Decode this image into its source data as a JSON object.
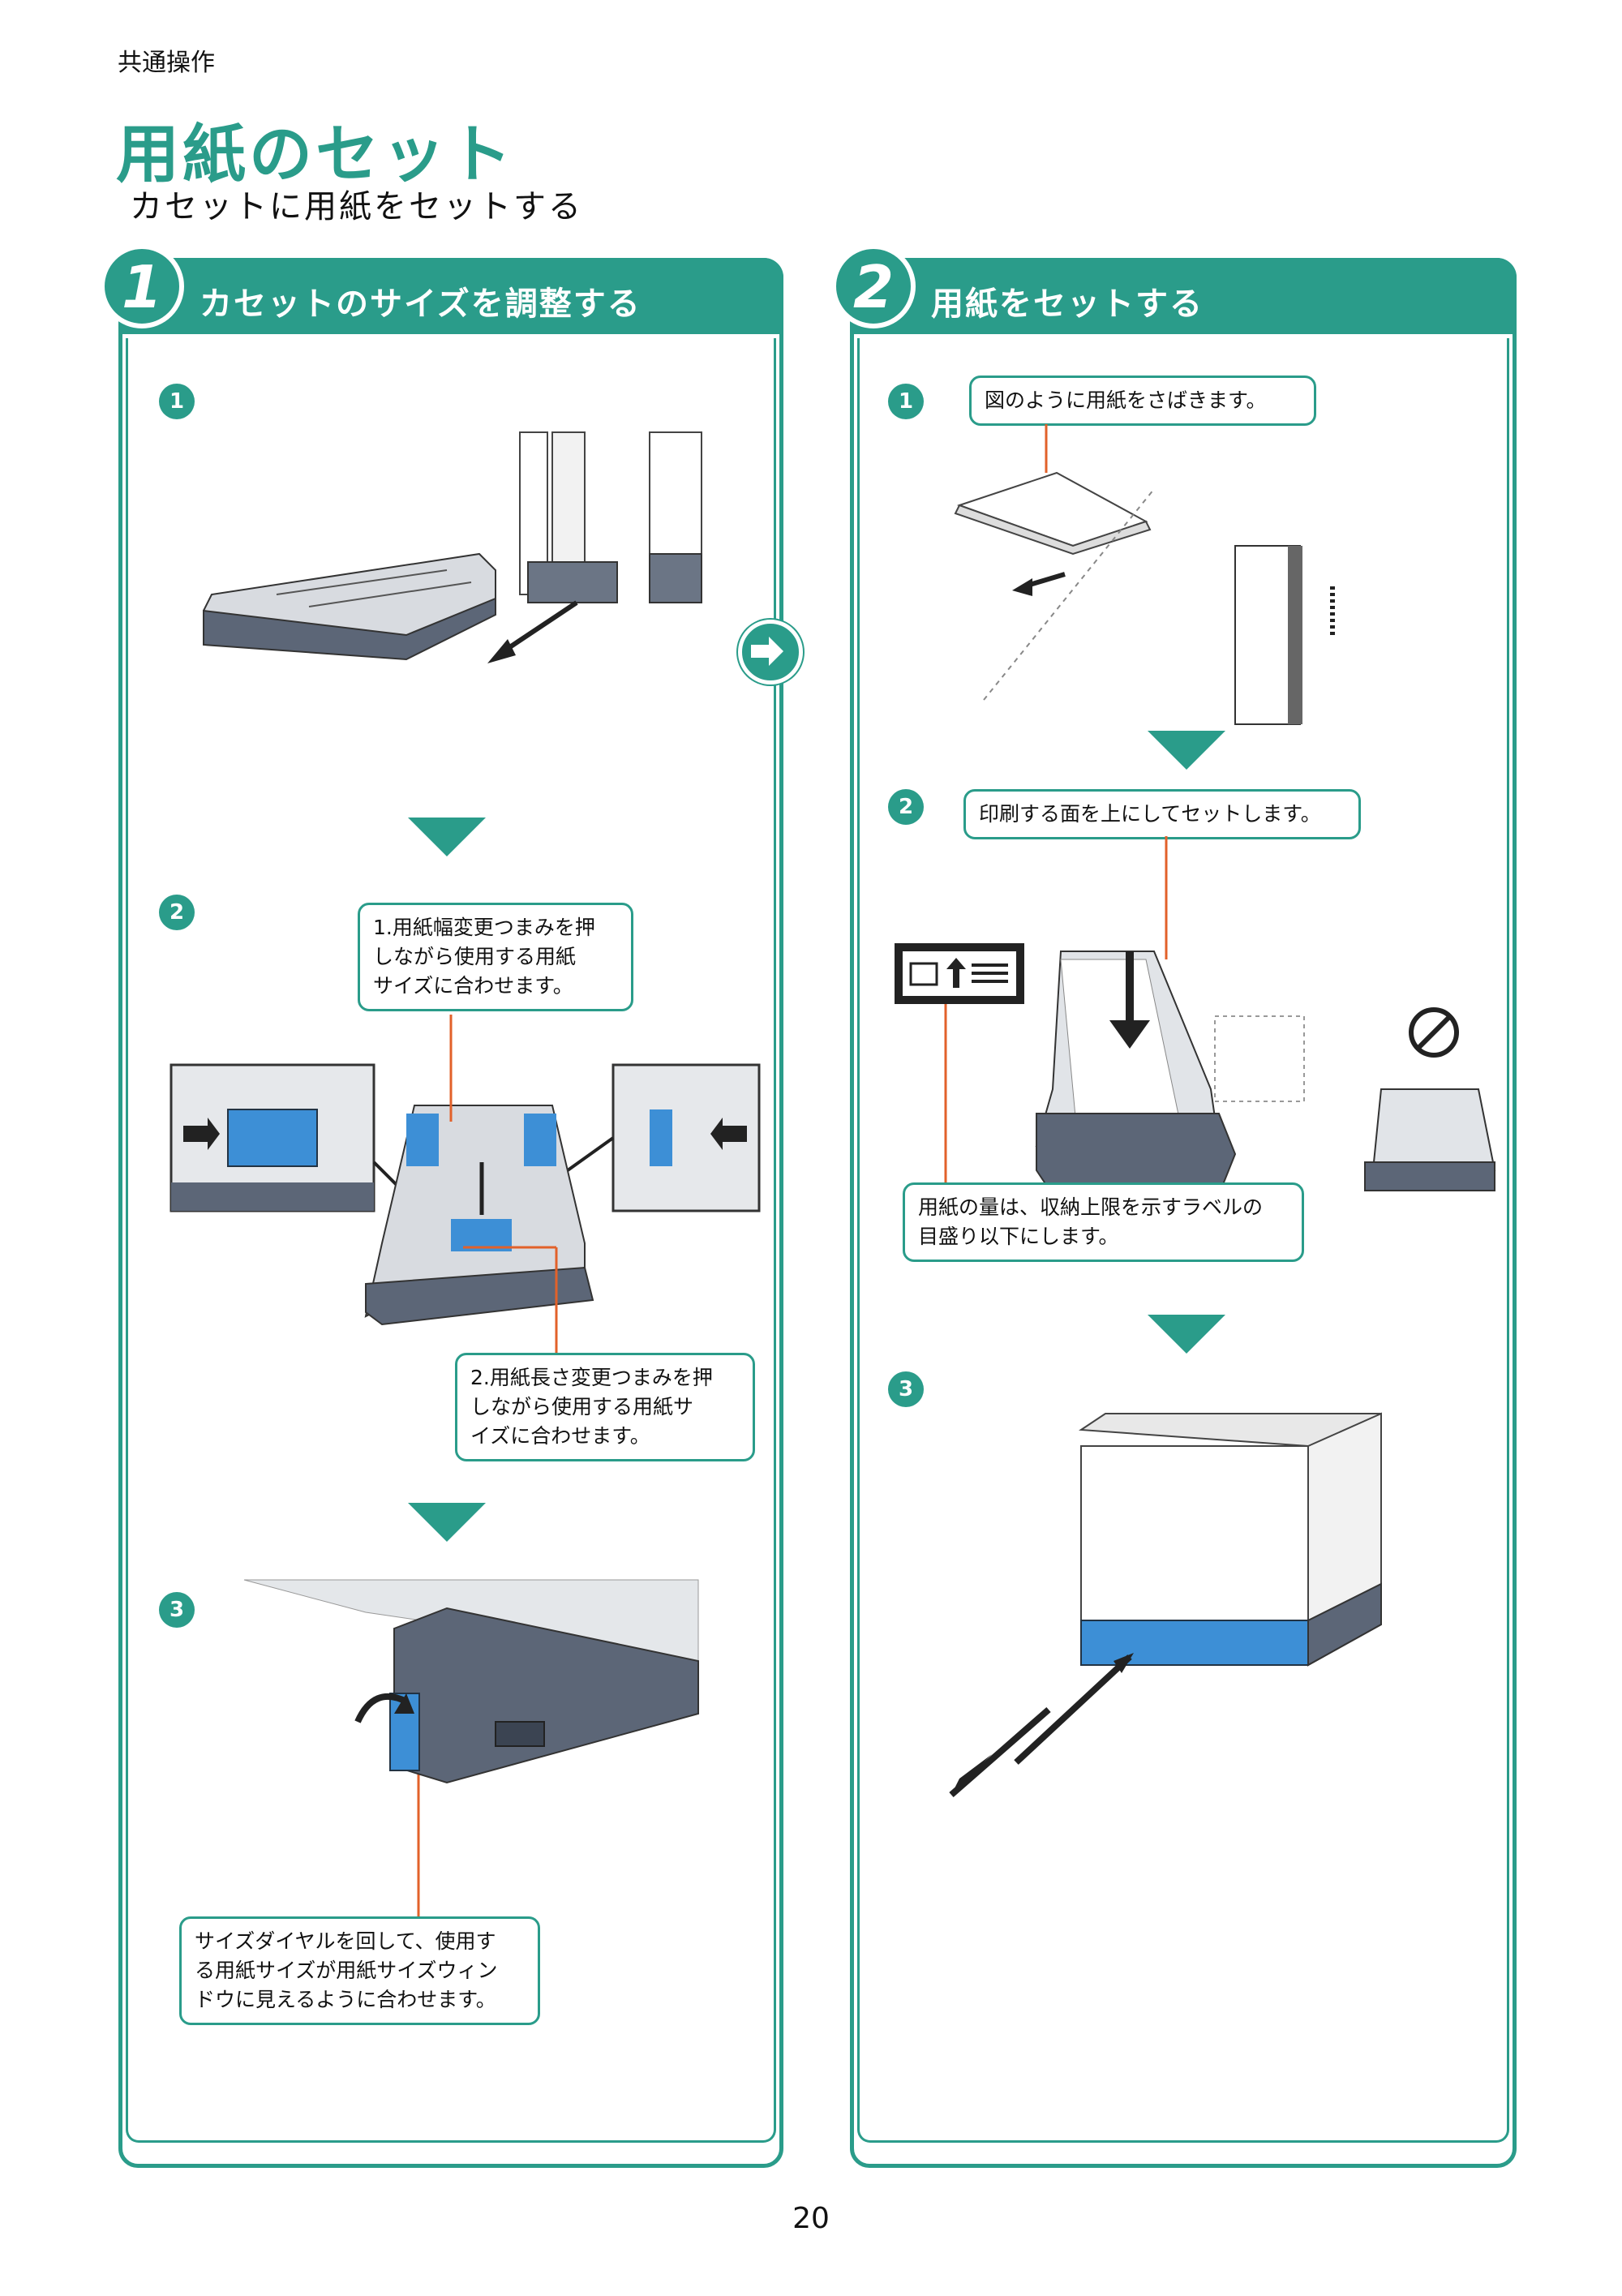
{
  "header": {
    "section_label": "共通操作",
    "title": "用紙のセット",
    "subtitle": "カセットに用紙をセットする"
  },
  "panels": [
    {
      "number": "1",
      "title": "カセットのサイズを調整する",
      "steps": [
        {
          "number": "1"
        },
        {
          "number": "2",
          "callouts": [
            "1.用紙幅変更つまみを押\n  しながら使用する用紙\n  サイズに合わせます。",
            "2.用紙長さ変更つまみを押\n  しながら使用する用紙サ\n  イズに合わせます。"
          ]
        },
        {
          "number": "3",
          "callouts": [
            "サイズダイヤルを回して、使用す\nる用紙サイズが用紙サイズウィン\nドウに見えるように合わせます。"
          ]
        }
      ]
    },
    {
      "number": "2",
      "title": "用紙をセットする",
      "steps": [
        {
          "number": "1",
          "callouts": [
            "図のように用紙をさばきます。"
          ]
        },
        {
          "number": "2",
          "callouts": [
            "印刷する面を上にしてセットします。",
            "用紙の量は、収納上限を示すラベルの\n目盛り以下にします。"
          ]
        },
        {
          "number": "3"
        }
      ]
    }
  ],
  "page_number": "20",
  "colors": {
    "accent": "#2a9c8a",
    "leader_line": "#e2612a",
    "guide_blue": "#3d8fd6",
    "cassette_gray": "#5c6677"
  },
  "icons": [
    "next-arrow-icon",
    "down-triangle-icon",
    "prohibited-icon",
    "paper-up-label-icon"
  ]
}
